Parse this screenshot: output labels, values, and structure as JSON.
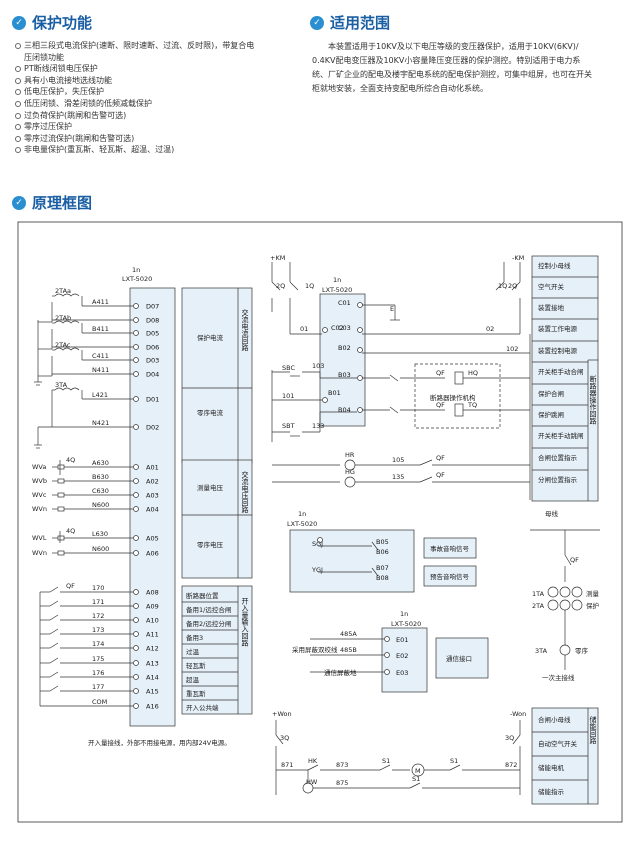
{
  "functions": {
    "title": "保护功能",
    "items": [
      {
        "text": "三相三段式电流保护(速断、限时速断、过流、反时限)，带复合电",
        "bullet": true
      },
      {
        "text": "压闭锁功能",
        "bullet": false
      },
      {
        "text": "PT断线闭锁电压保护",
        "bullet": true
      },
      {
        "text": "具有小电流接地选线功能",
        "bullet": true
      },
      {
        "text": "低电压保护，失压保护",
        "bullet": true
      },
      {
        "text": "低压闭锁、滑差闭锁的低频减载保护",
        "bullet": true
      },
      {
        "text": "过负荷保护(跳闸和告警可选)",
        "bullet": true
      },
      {
        "text": "零序过压保护",
        "bullet": true
      },
      {
        "text": "零序过流保护(跳闸和告警可选)",
        "bullet": true
      },
      {
        "text": "非电量保护(重瓦斯、轻瓦斯、超温、过温)",
        "bullet": true
      }
    ]
  },
  "scope": {
    "title": "适用范围",
    "lines": [
      "本装置适用于10KV及以下电压等级的变压器保护，适用于10KV(6KV)/",
      "0.4KV配电变压器及10KV小容量降压变压器的保护测控。特别适用于电力系",
      "统、厂矿企业的配电及楼宇配电系统的配电保护测控，可集中组屏，也可在开关",
      "柜就地安装，全面支持变配电所综合自动化系统。"
    ]
  },
  "diagram": {
    "title": "原理框图",
    "dev_tag": "1n",
    "dev_model": "LXT-5020",
    "left_terms": [
      "D07",
      "D08",
      "D05",
      "D06",
      "D03",
      "D04",
      "D01",
      "D02",
      "A01",
      "A02",
      "A03",
      "A04",
      "A05",
      "A06",
      "A08",
      "A09",
      "A10",
      "A11",
      "A12",
      "A13",
      "A14",
      "A15",
      "A16"
    ],
    "left_wires": [
      "A411",
      "B411",
      "C411",
      "N411",
      "L421",
      "N421",
      "A630",
      "B630",
      "C630",
      "N600",
      "L630",
      "N600",
      "170",
      "171",
      "172",
      "173",
      "174",
      "175",
      "176",
      "177",
      "COM"
    ],
    "ct_labels": [
      "2TAa",
      "2TAb",
      "2TAc",
      "3TA"
    ],
    "pt_labels": [
      "WVa",
      "WVb",
      "WVc",
      "WVn",
      "WVL",
      "WVn"
    ],
    "pt_switch": [
      "4Q",
      "4Q"
    ],
    "qf_label": "QF",
    "current_boxes": [
      "保护电流",
      "零序电流"
    ],
    "current_side": "交流电流回路",
    "voltage_boxes": [
      "测量电压",
      "零序电压"
    ],
    "voltage_side": "交流电压回路",
    "inputs": [
      "断路器位置",
      "备用1/远控合闸",
      "备用2/远控分闸",
      "备用3",
      "过温",
      "轻瓦斯",
      "超温",
      "重瓦斯",
      "开入公共端"
    ],
    "input_side": "开入量输入回路",
    "input_note": "开入量接线，外部不用接电源，用内部24V电源。",
    "ctrl_supply": [
      "+KM",
      "-KM"
    ],
    "ctrl_switch": [
      "2Q",
      "1Q",
      "1Q",
      "2Q"
    ],
    "ctrl_terms": [
      "C01",
      "C02",
      "C03",
      "B02",
      "B03",
      "B01",
      "B04"
    ],
    "ctrl_nums": [
      "01",
      "02",
      "102",
      "103",
      "101",
      "133",
      "105",
      "135"
    ],
    "ctrl_labels": [
      "E",
      "SBC",
      "SBT",
      "QF",
      "HQ",
      "TQ",
      "HR",
      "HG",
      "QF",
      "QF",
      "断路器操作机构"
    ],
    "right_items": [
      "控制小母线",
      "空气开关",
      "装置接地",
      "装置工作电源",
      "装置控制电源",
      "开关柜手动合闸",
      "保护合闸",
      "保护跳闸",
      "开关柜手动跳闸",
      "合闸位置指示",
      "分闸位置指示"
    ],
    "right_side": "断路器操作回路",
    "signal_tag": "1n",
    "signal_model": "LXT-5020",
    "signal_terms": [
      "B05",
      "B06",
      "B07",
      "B08"
    ],
    "signal_labels": [
      "SGJ",
      "YGJ"
    ],
    "signal_boxes": [
      "事故音响信号",
      "预告音响信号"
    ],
    "comm_tag": "1n",
    "comm_model": "LXT-5020",
    "comm_terms": [
      "E01",
      "E02",
      "E03"
    ],
    "comm_wires": [
      "485A",
      "485B"
    ],
    "comm_labels": [
      "采用屏蔽双绞线",
      "通信屏蔽地"
    ],
    "comm_box": "通信接口",
    "bus_title": "母线",
    "bus_labels": [
      "QF",
      "1TA",
      "2TA",
      "3TA",
      "测量",
      "保护",
      "零序",
      "一次主接线"
    ],
    "st_supply": [
      "+Won",
      "-Won"
    ],
    "st_switch": [
      "3Q",
      "3Q"
    ],
    "st_labels": [
      "HK",
      "HW",
      "S1",
      "S1",
      "S1",
      "M"
    ],
    "st_nums": [
      "871",
      "873",
      "875",
      "872"
    ],
    "st_items": [
      "合闸小母线",
      "自动空气开关",
      "储能电机",
      "储能指示"
    ],
    "st_side": "储能回路"
  }
}
